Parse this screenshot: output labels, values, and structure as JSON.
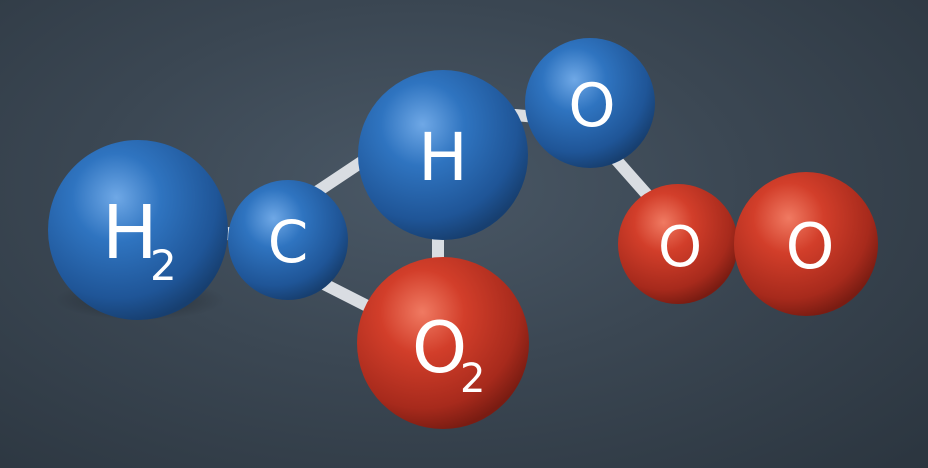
{
  "molecule": {
    "atoms": [
      {
        "id": "h2",
        "element": "H",
        "subscript": "2",
        "color": "#2f6fb6"
      },
      {
        "id": "c",
        "element": "C",
        "subscript": "",
        "color": "#2f6fb6"
      },
      {
        "id": "h",
        "element": "H",
        "subscript": "",
        "color": "#2f6fb6"
      },
      {
        "id": "o-blue",
        "element": "O",
        "subscript": "",
        "color": "#2f6fb6"
      },
      {
        "id": "o2",
        "element": "O",
        "subscript": "2",
        "color": "#c8392b"
      },
      {
        "id": "o-red-left",
        "element": "O",
        "subscript": "",
        "color": "#c8392b"
      },
      {
        "id": "o-red-right",
        "element": "O",
        "subscript": "",
        "color": "#c8392b"
      }
    ],
    "bond_color": "#d9dde2",
    "background_color": "#3b4753"
  }
}
